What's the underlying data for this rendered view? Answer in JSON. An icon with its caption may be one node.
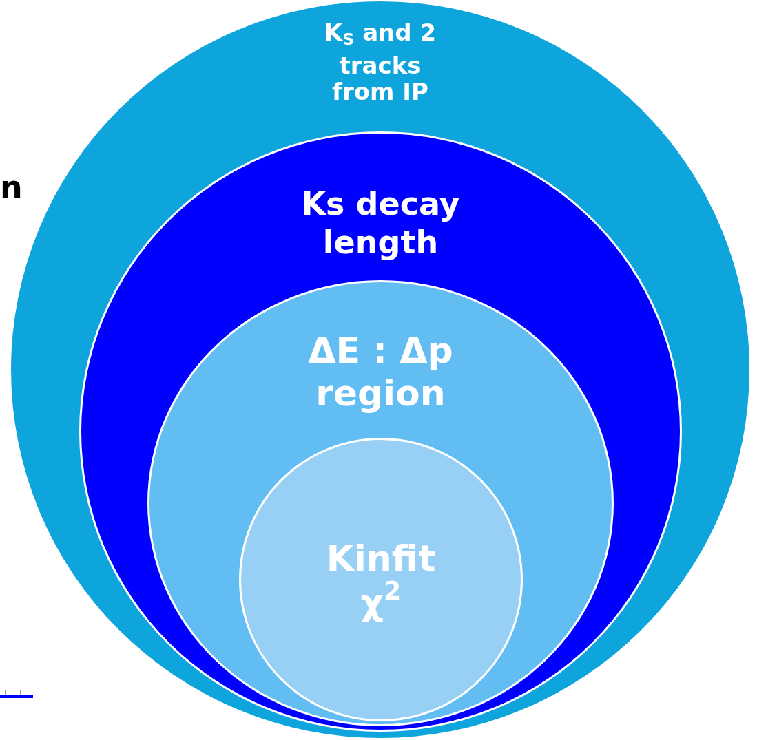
{
  "diagram": {
    "nodes": [
      {
        "text": [
          "K$_{S}$ and 2 tracks from IP"
        ]
      },
      {
        "text": [
          "Ks decay length"
        ],
        "in": 0
      },
      {
        "text": [
          "ΔE : Δp region"
        ],
        "in": 1
      },
      {
        "text": [
          "Kinfit χ$^{2}$"
        ],
        "in": 2
      }
    ],
    "labels": [
      "n"
    ]
  }
}
